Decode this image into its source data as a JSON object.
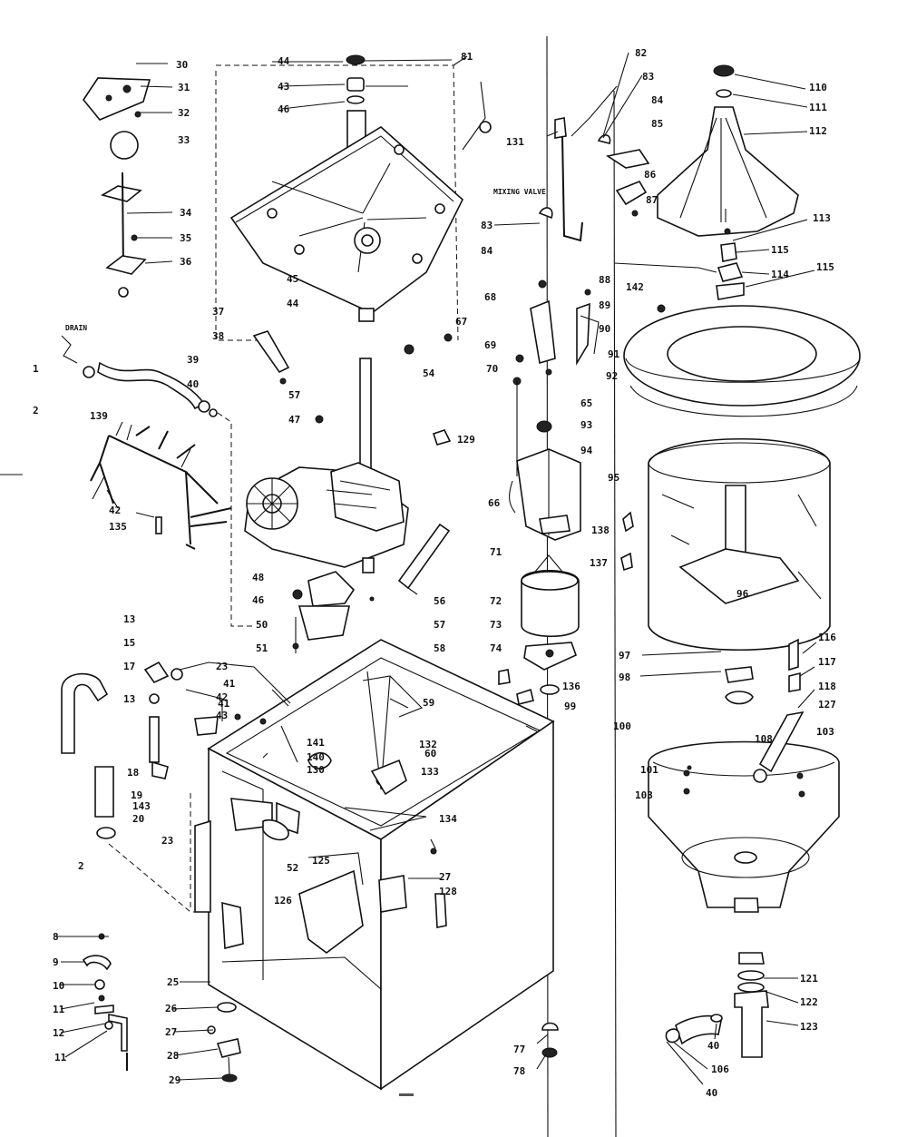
{
  "colors": {
    "ink": "#111111",
    "paper": "#ffffff"
  },
  "labels": [
    {
      "id": "p30",
      "text": "30"
    },
    {
      "id": "p31",
      "text": "31"
    },
    {
      "id": "p32",
      "text": "32"
    },
    {
      "id": "p33",
      "text": "33"
    },
    {
      "id": "p34",
      "text": "34"
    },
    {
      "id": "p35",
      "text": "35"
    },
    {
      "id": "p36",
      "text": "36"
    },
    {
      "id": "p37",
      "text": "37"
    },
    {
      "id": "p38",
      "text": "38"
    },
    {
      "id": "p39",
      "text": "39"
    },
    {
      "id": "p40a",
      "text": "40"
    },
    {
      "id": "p41a",
      "text": "41"
    },
    {
      "id": "p1",
      "text": "1"
    },
    {
      "id": "p2a",
      "text": "2"
    },
    {
      "id": "drain",
      "text": "DRAIN"
    },
    {
      "id": "p139",
      "text": "139"
    },
    {
      "id": "p42a",
      "text": "42"
    },
    {
      "id": "p135",
      "text": "135"
    },
    {
      "id": "p44a",
      "text": "44"
    },
    {
      "id": "p43a",
      "text": "43"
    },
    {
      "id": "p46a",
      "text": "46"
    },
    {
      "id": "p81",
      "text": "81"
    },
    {
      "id": "p45",
      "text": "45"
    },
    {
      "id": "p44b",
      "text": "44"
    },
    {
      "id": "p54",
      "text": "54"
    },
    {
      "id": "p67",
      "text": "67"
    },
    {
      "id": "p57a",
      "text": "57"
    },
    {
      "id": "p47",
      "text": "47"
    },
    {
      "id": "p129",
      "text": "129"
    },
    {
      "id": "p48",
      "text": "48"
    },
    {
      "id": "p46b",
      "text": "46"
    },
    {
      "id": "p50",
      "text": "50"
    },
    {
      "id": "p51",
      "text": "51"
    },
    {
      "id": "p56a",
      "text": "56"
    },
    {
      "id": "p57b",
      "text": "57"
    },
    {
      "id": "p58",
      "text": "58"
    },
    {
      "id": "p13a",
      "text": "13"
    },
    {
      "id": "p15",
      "text": "15"
    },
    {
      "id": "p17",
      "text": "17"
    },
    {
      "id": "p13b",
      "text": "13"
    },
    {
      "id": "p23a",
      "text": "23"
    },
    {
      "id": "p41b",
      "text": "41"
    },
    {
      "id": "p42b",
      "text": "42"
    },
    {
      "id": "p43b",
      "text": "43"
    },
    {
      "id": "p18",
      "text": "18"
    },
    {
      "id": "p19",
      "text": "19"
    },
    {
      "id": "p143",
      "text": "143"
    },
    {
      "id": "p20",
      "text": "20"
    },
    {
      "id": "p2b",
      "text": "2"
    },
    {
      "id": "p23b",
      "text": "23"
    },
    {
      "id": "p141",
      "text": "141"
    },
    {
      "id": "p140",
      "text": "140"
    },
    {
      "id": "p130",
      "text": "130"
    },
    {
      "id": "p59",
      "text": "59"
    },
    {
      "id": "p60",
      "text": "60"
    },
    {
      "id": "p132",
      "text": "132"
    },
    {
      "id": "p133",
      "text": "133"
    },
    {
      "id": "p52",
      "text": "52"
    },
    {
      "id": "p125",
      "text": "125"
    },
    {
      "id": "p126",
      "text": "126"
    },
    {
      "id": "p134",
      "text": "134"
    },
    {
      "id": "p27a",
      "text": "27"
    },
    {
      "id": "p128",
      "text": "128"
    },
    {
      "id": "p8",
      "text": "8"
    },
    {
      "id": "p9",
      "text": "9"
    },
    {
      "id": "p10",
      "text": "10"
    },
    {
      "id": "p11a",
      "text": "11"
    },
    {
      "id": "p12",
      "text": "12"
    },
    {
      "id": "p11b",
      "text": "11"
    },
    {
      "id": "p25",
      "text": "25"
    },
    {
      "id": "p26",
      "text": "26"
    },
    {
      "id": "p27b",
      "text": "27"
    },
    {
      "id": "p28",
      "text": "28"
    },
    {
      "id": "p29",
      "text": "29"
    },
    {
      "id": "p131",
      "text": "131"
    },
    {
      "id": "p82",
      "text": "82"
    },
    {
      "id": "p83a",
      "text": "83"
    },
    {
      "id": "p84a",
      "text": "84"
    },
    {
      "id": "p85",
      "text": "85"
    },
    {
      "id": "mixing",
      "text": "MIXING VALVE"
    },
    {
      "id": "p83b",
      "text": "83"
    },
    {
      "id": "p86",
      "text": "86"
    },
    {
      "id": "p87",
      "text": "87"
    },
    {
      "id": "p84b",
      "text": "84"
    },
    {
      "id": "p68",
      "text": "68"
    },
    {
      "id": "p88",
      "text": "88"
    },
    {
      "id": "p89",
      "text": "89"
    },
    {
      "id": "p90",
      "text": "90"
    },
    {
      "id": "p69",
      "text": "69"
    },
    {
      "id": "p70",
      "text": "70"
    },
    {
      "id": "p65",
      "text": "65"
    },
    {
      "id": "p93",
      "text": "93"
    },
    {
      "id": "p94",
      "text": "94"
    },
    {
      "id": "p66",
      "text": "66"
    },
    {
      "id": "p71",
      "text": "71"
    },
    {
      "id": "p72",
      "text": "72"
    },
    {
      "id": "p73",
      "text": "73"
    },
    {
      "id": "p74",
      "text": "74"
    },
    {
      "id": "p136",
      "text": "136"
    },
    {
      "id": "p99",
      "text": "99"
    },
    {
      "id": "p77",
      "text": "77"
    },
    {
      "id": "p78",
      "text": "78"
    },
    {
      "id": "p142",
      "text": "142"
    },
    {
      "id": "p91",
      "text": "91"
    },
    {
      "id": "p92",
      "text": "92"
    },
    {
      "id": "p95",
      "text": "95"
    },
    {
      "id": "p138",
      "text": "138"
    },
    {
      "id": "p137",
      "text": "137"
    },
    {
      "id": "p96",
      "text": "96"
    },
    {
      "id": "p110",
      "text": "110"
    },
    {
      "id": "p111",
      "text": "111"
    },
    {
      "id": "p112",
      "text": "112"
    },
    {
      "id": "p113",
      "text": "113"
    },
    {
      "id": "p115a",
      "text": "115"
    },
    {
      "id": "p114",
      "text": "114"
    },
    {
      "id": "p115b",
      "text": "115"
    },
    {
      "id": "p97",
      "text": "97"
    },
    {
      "id": "p98",
      "text": "98"
    },
    {
      "id": "p116",
      "text": "116"
    },
    {
      "id": "p117",
      "text": "117"
    },
    {
      "id": "p118",
      "text": "118"
    },
    {
      "id": "p100",
      "text": "100"
    },
    {
      "id": "p108",
      "text": "108"
    },
    {
      "id": "p127",
      "text": "127"
    },
    {
      "id": "p103a",
      "text": "103"
    },
    {
      "id": "p101",
      "text": "101"
    },
    {
      "id": "p103b",
      "text": "103"
    },
    {
      "id": "p121",
      "text": "121"
    },
    {
      "id": "p122",
      "text": "122"
    },
    {
      "id": "p123",
      "text": "123"
    },
    {
      "id": "p40b",
      "text": "40"
    },
    {
      "id": "p106",
      "text": "106"
    },
    {
      "id": "p40c",
      "text": "40"
    }
  ]
}
